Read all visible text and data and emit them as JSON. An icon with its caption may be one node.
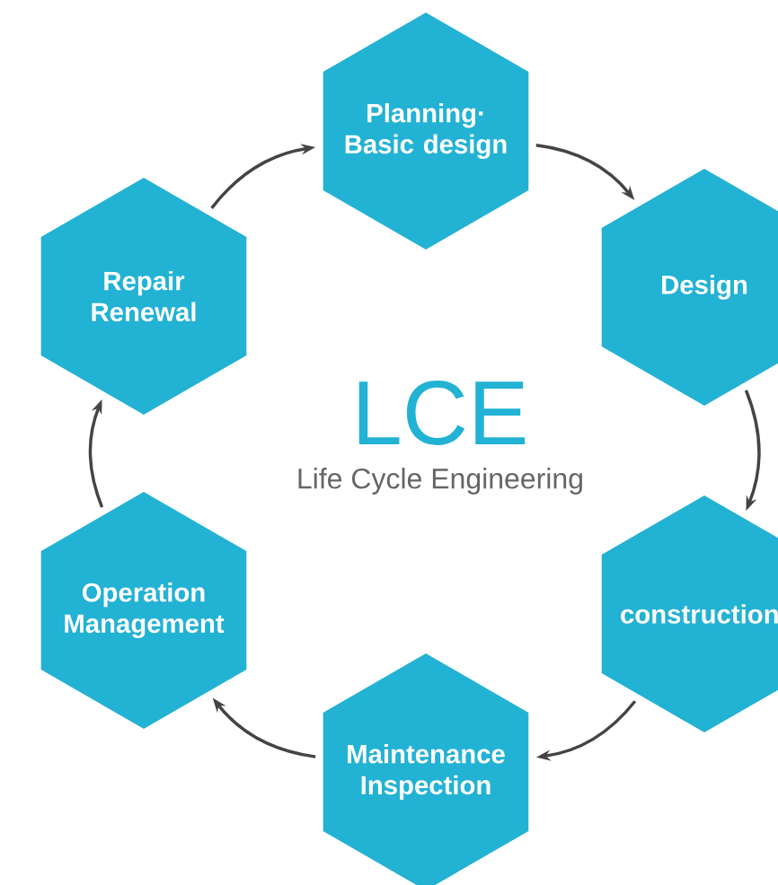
{
  "diagram": {
    "title": "LCE",
    "nodes": [
      {
        "text": [
          "Planning· Basic design"
        ]
      },
      {
        "text": [
          "Design"
        ]
      },
      {
        "text": [
          "construction"
        ]
      },
      {
        "text": [
          "Maintenance Inspection"
        ]
      },
      {
        "text": [
          "Operation Management"
        ]
      },
      {
        "text": [
          "Repair Renewal"
        ]
      }
    ],
    "edges": [
      {
        "from": 0,
        "to": 1,
        "arrow": "to"
      },
      {
        "from": 1,
        "to": 2,
        "arrow": "to"
      },
      {
        "from": 2,
        "to": 3,
        "arrow": "to"
      },
      {
        "from": 3,
        "to": 4,
        "arrow": "to"
      },
      {
        "from": 4,
        "to": 5,
        "arrow": "to"
      },
      {
        "from": 5,
        "to": 0,
        "arrow": "to"
      }
    ],
    "labels": [
      "Life Cycle Engineering"
    ]
  }
}
